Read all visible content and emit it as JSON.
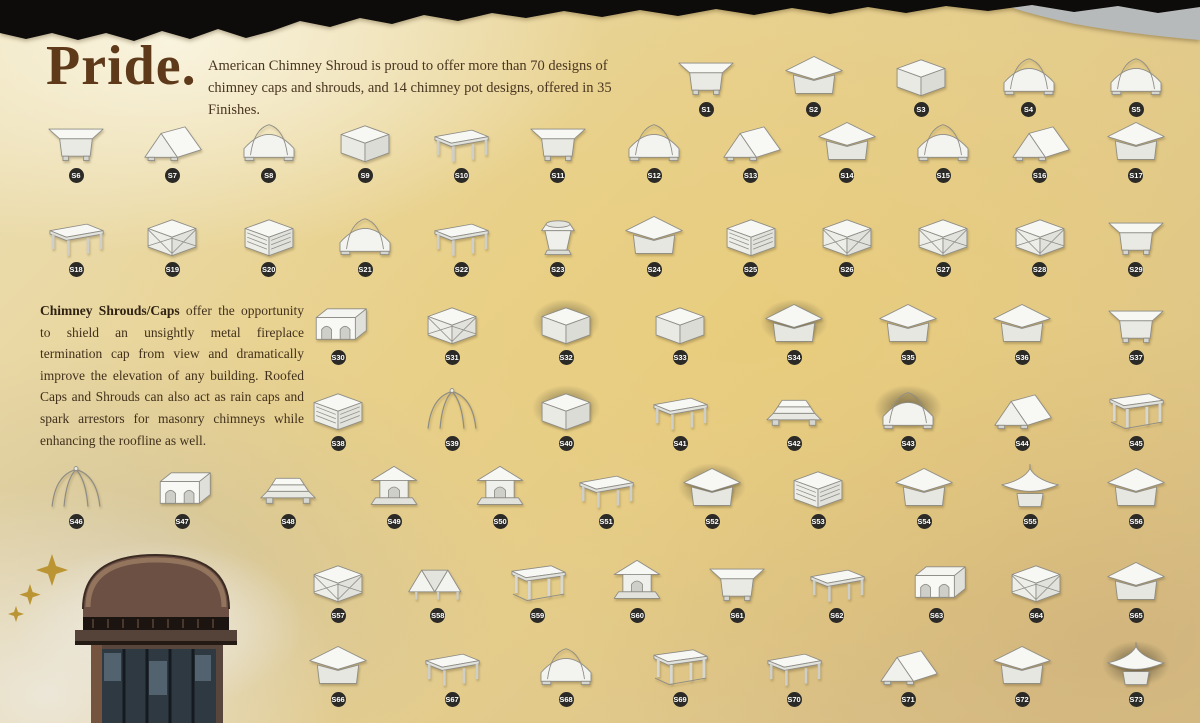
{
  "title": "Pride.",
  "intro": "American Chimney Shroud is proud to offer more than 70 designs of chimney caps and shrouds, and 14 chimney pot designs, offered in 35 Finishes.",
  "body": {
    "lead": "Chimney Shrouds/Caps",
    "text": " offer the opportunity to shield an unsightly metal fireplace termination cap from view and dramatically improve the elevation of any building. Roofed Caps and Shrouds can also act as rain caps and spark arrestors for masonry chimneys while enhancing the roofline as well."
  },
  "colors": {
    "title_brown": "#5e3a1a",
    "text_brown": "#41301c",
    "badge_dark": "#2b2a26",
    "parchment_gold": "#e7d192",
    "torn_edge_black": "#0d0c0a",
    "star_gold": "#bb9433"
  },
  "rows": [
    {
      "items": [
        {
          "id": "S1",
          "type": "flared"
        },
        {
          "id": "S2",
          "type": "hip"
        },
        {
          "id": "S3",
          "type": "box"
        },
        {
          "id": "S4",
          "type": "barrel"
        },
        {
          "id": "S5",
          "type": "barrel"
        }
      ]
    },
    {
      "items": [
        {
          "id": "S6",
          "type": "flared"
        },
        {
          "id": "S7",
          "type": "gable"
        },
        {
          "id": "S8",
          "type": "barrel"
        },
        {
          "id": "S9",
          "type": "box"
        },
        {
          "id": "S10",
          "type": "table"
        },
        {
          "id": "S11",
          "type": "flared"
        },
        {
          "id": "S12",
          "type": "barrel"
        },
        {
          "id": "S13",
          "type": "gable"
        },
        {
          "id": "S14",
          "type": "hip"
        },
        {
          "id": "S15",
          "type": "barrel"
        },
        {
          "id": "S16",
          "type": "gable"
        },
        {
          "id": "S17",
          "type": "hip"
        }
      ]
    },
    {
      "items": [
        {
          "id": "S18",
          "type": "table"
        },
        {
          "id": "S19",
          "type": "lattice"
        },
        {
          "id": "S20",
          "type": "louver"
        },
        {
          "id": "S21",
          "type": "barrel"
        },
        {
          "id": "S22",
          "type": "table"
        },
        {
          "id": "S23",
          "type": "pot"
        },
        {
          "id": "S24",
          "type": "hip"
        },
        {
          "id": "S25",
          "type": "louver"
        },
        {
          "id": "S26",
          "type": "lattice"
        },
        {
          "id": "S27",
          "type": "lattice"
        },
        {
          "id": "S28",
          "type": "lattice"
        },
        {
          "id": "S29",
          "type": "flared"
        }
      ]
    },
    {
      "items": [
        {
          "id": "S30",
          "type": "arch"
        },
        {
          "id": "S31",
          "type": "lattice"
        },
        {
          "id": "S32",
          "type": "box",
          "hl": true
        },
        {
          "id": "S33",
          "type": "box"
        },
        {
          "id": "S34",
          "type": "hip",
          "hl": true
        },
        {
          "id": "S35",
          "type": "hip"
        },
        {
          "id": "S36",
          "type": "hip"
        },
        {
          "id": "S37",
          "type": "flared"
        }
      ]
    },
    {
      "items": [
        {
          "id": "S38",
          "type": "louver"
        },
        {
          "id": "S39",
          "type": "xframe"
        },
        {
          "id": "S40",
          "type": "box",
          "hl": true
        },
        {
          "id": "S41",
          "type": "table"
        },
        {
          "id": "S42",
          "type": "stepped"
        },
        {
          "id": "S43",
          "type": "barrel",
          "hl": true
        },
        {
          "id": "S44",
          "type": "gable"
        },
        {
          "id": "S45",
          "type": "columns"
        }
      ]
    },
    {
      "items": [
        {
          "id": "S46",
          "type": "xframe"
        },
        {
          "id": "S47",
          "type": "arch"
        },
        {
          "id": "S48",
          "type": "stepped"
        },
        {
          "id": "S49",
          "type": "cupola"
        },
        {
          "id": "S50",
          "type": "cupola"
        },
        {
          "id": "S51",
          "type": "table"
        },
        {
          "id": "S52",
          "type": "hip",
          "hl": true
        },
        {
          "id": "S53",
          "type": "louver"
        },
        {
          "id": "S54",
          "type": "hip"
        },
        {
          "id": "S55",
          "type": "pagoda"
        },
        {
          "id": "S56",
          "type": "hip"
        }
      ]
    },
    {
      "items": [
        {
          "id": "S57",
          "type": "lattice"
        },
        {
          "id": "S58",
          "type": "fold"
        },
        {
          "id": "S59",
          "type": "columns"
        },
        {
          "id": "S60",
          "type": "cupola"
        },
        {
          "id": "S61",
          "type": "flared"
        },
        {
          "id": "S62",
          "type": "table"
        },
        {
          "id": "S63",
          "type": "arch"
        },
        {
          "id": "S64",
          "type": "lattice"
        },
        {
          "id": "S65",
          "type": "hip"
        }
      ]
    },
    {
      "items": [
        {
          "id": "S66",
          "type": "hip"
        },
        {
          "id": "S67",
          "type": "table"
        },
        {
          "id": "S68",
          "type": "barrel"
        },
        {
          "id": "S69",
          "type": "columns"
        },
        {
          "id": "S70",
          "type": "table"
        },
        {
          "id": "S71",
          "type": "gable"
        },
        {
          "id": "S72",
          "type": "hip"
        },
        {
          "id": "S73",
          "type": "pagoda",
          "hl": true
        }
      ]
    }
  ]
}
